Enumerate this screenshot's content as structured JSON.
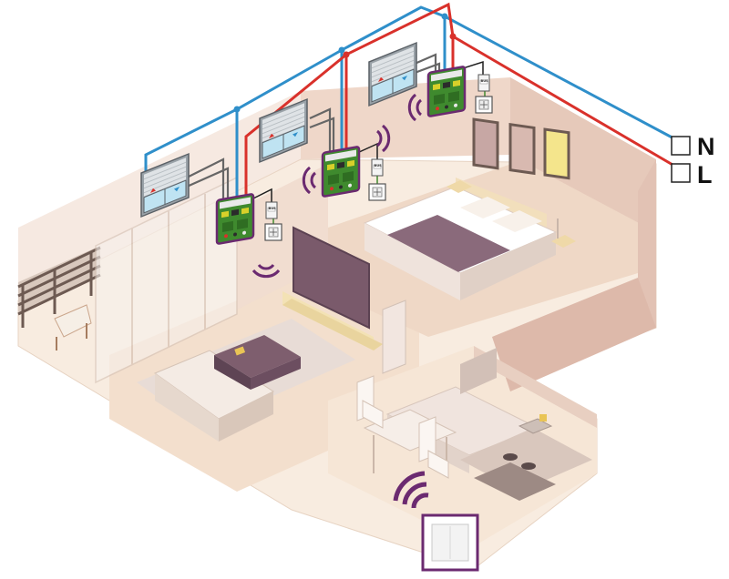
{
  "terminals": [
    {
      "label": "N",
      "line": "neutral"
    },
    {
      "label": "L",
      "line": "live"
    }
  ],
  "wires": {
    "neutral_color": "#2f8fca",
    "live_color": "#d9312b",
    "load_color": "#666666"
  },
  "module": {
    "board_color": "#3f8a2e",
    "frame_color": "#6b2a70",
    "tag_text": "BUS"
  },
  "colors": {
    "floor": "#f6e4d2",
    "wall": "#efd7c9",
    "wall_shade": "#e2c2b4",
    "signal": "#6b2a70"
  },
  "icons": {
    "roller_shutter": "roller-shutter-icon",
    "switch_module": "relay-module-icon",
    "wall_switch": "wall-switch-icon",
    "remote": "wireless-remote-icon",
    "signal": "wireless-signal-icon"
  }
}
